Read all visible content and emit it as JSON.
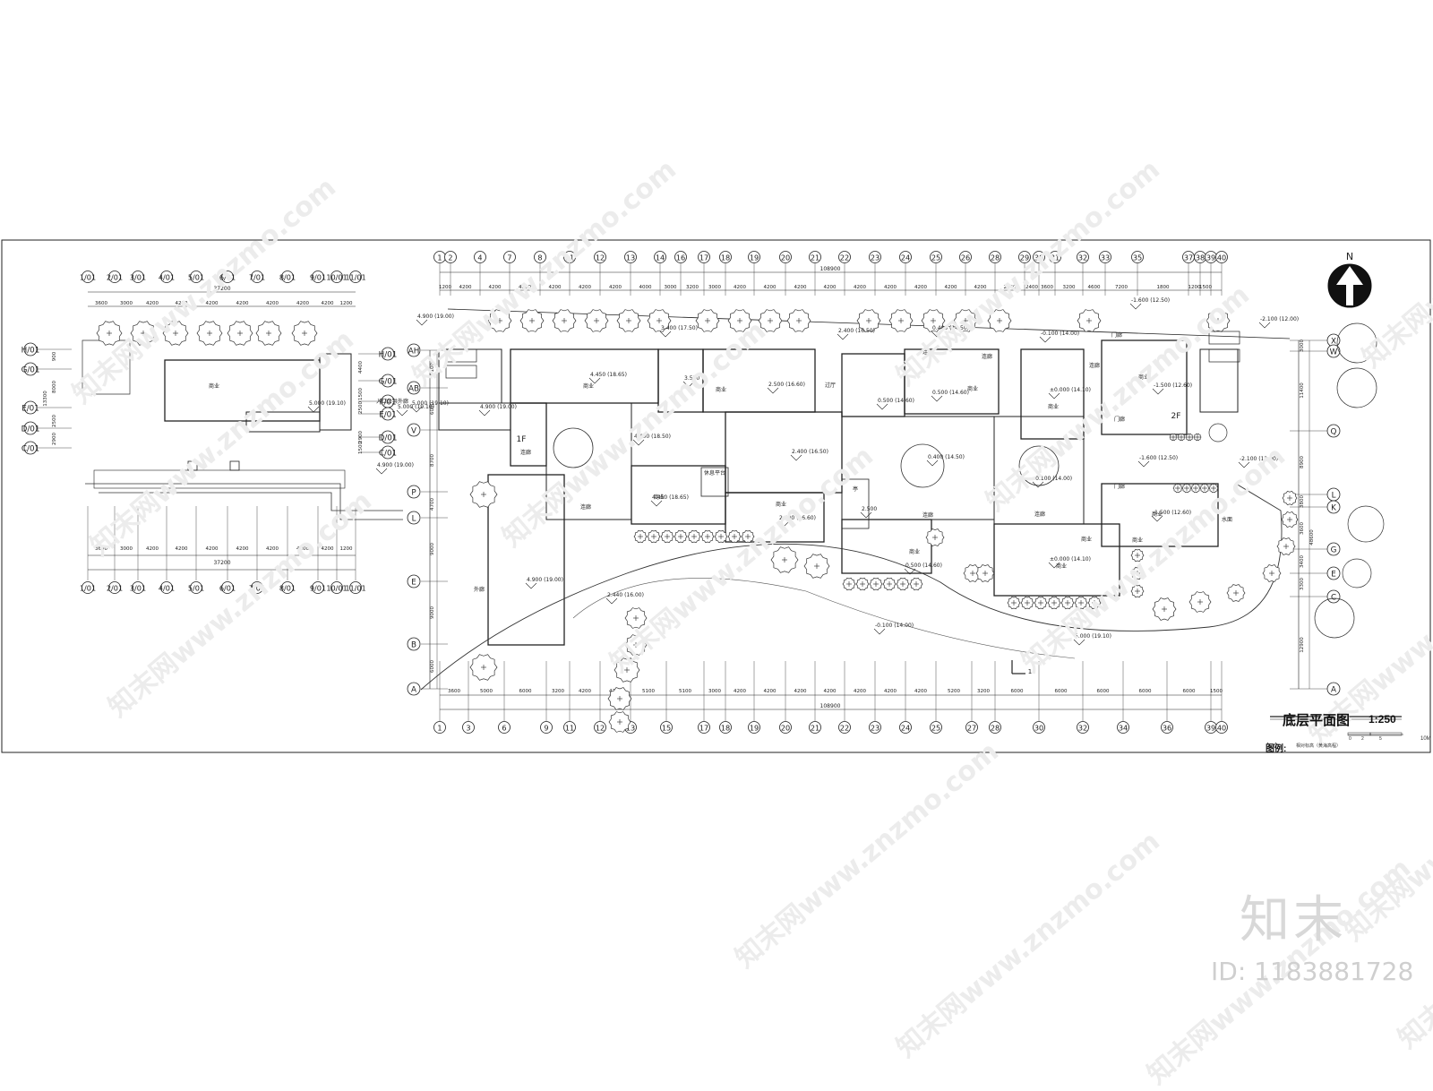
{
  "plan": {
    "title": "底层平面图",
    "scale": "1:250",
    "legend_label": "图例:",
    "legend_item": "相对标高（黄海高程）",
    "scale_bar_ticks": [
      "0",
      "2",
      "5"
    ],
    "scale_bar_unit": "10M",
    "north": "N"
  },
  "axes": {
    "top_main": [
      "1",
      "2",
      "4",
      "7",
      "8",
      "11",
      "12",
      "13",
      "14",
      "16",
      "17",
      "18",
      "19",
      "20",
      "21",
      "22",
      "23",
      "24",
      "25",
      "26",
      "28",
      "29",
      "30",
      "31",
      "32",
      "33",
      "35",
      "37",
      "38",
      "39",
      "40"
    ],
    "bottom_main": [
      "1",
      "3",
      "6",
      "9",
      "11",
      "12",
      "13",
      "15",
      "17",
      "18",
      "19",
      "20",
      "21",
      "22",
      "23",
      "24",
      "25",
      "27",
      "28",
      "30",
      "32",
      "34",
      "36",
      "39",
      "40"
    ],
    "left_rows": [
      "AH",
      "AB",
      "V",
      "P",
      "L",
      "E",
      "B",
      "A"
    ],
    "right_rows": [
      "X",
      "W",
      "Q",
      "L",
      "K",
      "G",
      "E",
      "C",
      "A"
    ],
    "small_top": [
      "1/01",
      "2/01",
      "3/01",
      "4/01",
      "5/01",
      "6/01",
      "7/01",
      "8/01",
      "9/01",
      "10/01",
      "11/01"
    ],
    "small_bottom": [
      "1/01",
      "2/01",
      "3/01",
      "4/01",
      "5/01",
      "6/01",
      "7/01",
      "8/01",
      "9/01",
      "10/01",
      "11/01"
    ],
    "small_left": [
      "H/01",
      "G/01",
      "E/01",
      "D/01",
      "C/01"
    ],
    "small_right": [
      "H/01",
      "G/01",
      "F/01",
      "E/01",
      "D/01",
      "C/01"
    ]
  },
  "dimensions": {
    "top_total": "108900",
    "bottom_total": "108900",
    "top_spacings": [
      "1200",
      "4200",
      "4200",
      "4200",
      "4200",
      "4200",
      "4200",
      "4000",
      "3000",
      "3200",
      "3000",
      "4200",
      "4200",
      "4200",
      "4200",
      "4200",
      "4200",
      "4200",
      "4200",
      "4200",
      "2800",
      "2400",
      "3600",
      "3200",
      "4600",
      "7200",
      "1800",
      "1200",
      "1500"
    ],
    "bottom_spacings": [
      "3600",
      "5000",
      "6000",
      "3200",
      "4200",
      "4200",
      "5100",
      "5100",
      "3000",
      "4200",
      "4200",
      "4200",
      "4200",
      "4200",
      "4200",
      "4200",
      "5200",
      "3200",
      "6000",
      "6000",
      "6000",
      "6000",
      "6000",
      "1500"
    ],
    "left_vertical": [
      "5100",
      "6000",
      "8700",
      "4700",
      "9000",
      "9000",
      "6000"
    ],
    "right_vertical": [
      "3000",
      "11400",
      "8900",
      "48600",
      "3800",
      "3600",
      "3400",
      "3300",
      "12900"
    ],
    "small_total_top": "37200",
    "small_total_bottom": "37200",
    "small_spacings": [
      "3600",
      "3000",
      "4200",
      "4200",
      "4200",
      "4200",
      "4200",
      "4200",
      "4200",
      "1200"
    ],
    "small_left_vertical": [
      "13300",
      "900",
      "8000",
      "2500",
      "2900"
    ],
    "small_right_vertical": [
      "4400",
      "1500",
      "2500",
      "2900",
      "1500"
    ]
  },
  "labels": {
    "rooms": [
      {
        "text": "商业"
      },
      {
        "text": "商业"
      },
      {
        "text": "商业"
      },
      {
        "text": "商业"
      },
      {
        "text": "商业"
      },
      {
        "text": "商业"
      },
      {
        "text": "商业"
      },
      {
        "text": "商业"
      },
      {
        "text": "商业"
      },
      {
        "text": "商业"
      },
      {
        "text": "商业"
      },
      {
        "text": "商业"
      },
      {
        "text": "商业"
      },
      {
        "text": "连廊"
      },
      {
        "text": "连廊"
      },
      {
        "text": "连廊"
      },
      {
        "text": "连廊"
      },
      {
        "text": "连廊"
      },
      {
        "text": "连廊"
      },
      {
        "text": "连廊"
      },
      {
        "text": "门廊"
      },
      {
        "text": "门廊"
      },
      {
        "text": "门廊"
      },
      {
        "text": "休息平台"
      },
      {
        "text": "过厅"
      },
      {
        "text": "亭"
      },
      {
        "text": "外廊"
      },
      {
        "text": "水面"
      },
      {
        "text": "入口公共外廊"
      },
      {
        "text": "1F"
      },
      {
        "text": "2F"
      }
    ],
    "elevations": [
      "4.900 (19.00)",
      "5.000 (19.10)",
      "5.000 (19.10)",
      "4.900 (19.00)",
      "4.450 (18.65)",
      "4.400 (18.50)",
      "4.450 (18.65)",
      "3.400 (17.50)",
      "3.550",
      "2.500 (16.60)",
      "2.400 (16.50)",
      "2.400 (16.50)",
      "2.500 (16.60)",
      "0.500 (14.60)",
      "0.500 (14.60)",
      "0.400 (14.50)",
      "0.400 (14.50)",
      "0.500 (14.60)",
      "-0.100 (14.00)",
      "±0.000 (14.10)",
      "-0.100 (14.00)",
      "±0.000 (14.10)",
      "-1.600 (12.50)",
      "-1.500 (12.60)",
      "-1.600 (12.50)",
      "-1.500 (12.60)",
      "-2.100 (12.00)",
      "-2.100 (12.00)",
      "4.900 (19.00)",
      "2.440 (16.00)",
      "-0.100 (14.00)",
      "5.000 (19.10)",
      "4.900 (19.00)",
      "5.000 (19.10)",
      "2.500"
    ],
    "section_mark": "1"
  },
  "watermark": {
    "brand": "知末",
    "id": "ID: 1183881728",
    "site": "知末网www.znzmo.com"
  }
}
